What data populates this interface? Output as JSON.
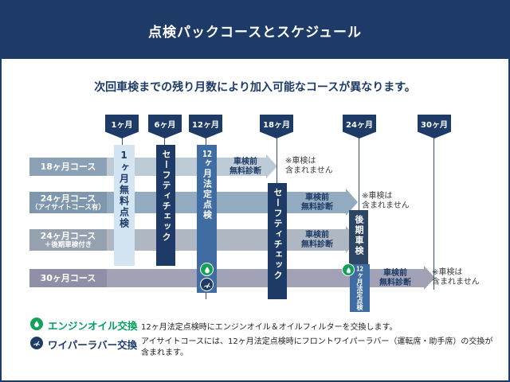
{
  "header": {
    "title": "点検パックコースとスケジュール"
  },
  "subtitle": "次回車検までの残り月数により加入可能なコースが異なります。",
  "milestones": [
    {
      "label": "1ヶ月"
    },
    {
      "label": "6ヶ月"
    },
    {
      "label": "12ヶ月"
    },
    {
      "label": "18ヶ月"
    },
    {
      "label": "24ヶ月"
    },
    {
      "label": "30ヶ月"
    }
  ],
  "courses": [
    {
      "label": "18ヶ月コース",
      "sublabel": "",
      "note": "車検前\n無料診断",
      "disclaimer": "※車検は\n含まれません"
    },
    {
      "label": "24ヶ月コース",
      "sublabel": "（アイサイトコース有）",
      "note": "車検前\n無料診断",
      "disclaimer": "※車検は\n含まれません"
    },
    {
      "label": "24ヶ月コース",
      "sublabel": "＋後期車検付き",
      "note": "車検前\n無料診断",
      "disclaimer": ""
    },
    {
      "label": "30ヶ月コース",
      "sublabel": "",
      "note": "車検前\n無料診断",
      "disclaimer": "※車検は\n含まれません"
    }
  ],
  "columns": {
    "first_month_free": "1ヶ月無料点検",
    "safety_check": "セーフティチェック",
    "legal_12_num": "12",
    "legal_12_rest": "ヶ月法定点検",
    "late_inspection": "後期車検"
  },
  "legend": [
    {
      "title": "エンジンオイル交換",
      "desc": "12ヶ月法定点検時にエンジンオイル＆オイルフィルターを交換します。"
    },
    {
      "title": "ワイパーラバー交換",
      "desc": "アイサイトコースには、12ヶ月法定点検時にフロントワイパーラバー（運転席・助手席）の交換が\n含まれます。"
    }
  ],
  "colors": {
    "navy": "#1d3b66",
    "blue": "#3e6ca3",
    "light_blue": "#d3e4f2",
    "green": "#17a05c"
  }
}
